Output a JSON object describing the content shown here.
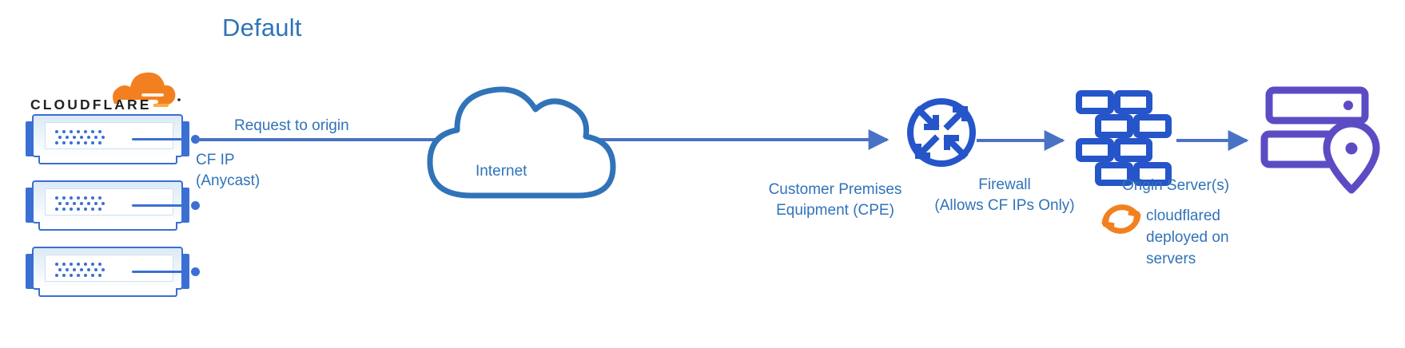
{
  "diagram": {
    "title": "Default",
    "title_color": "#3073b8",
    "accent_blue": "#3073b8",
    "node_blue": "#2555c9",
    "origin_purple": "#5b4cc4",
    "cloudflare_orange": "#f38020",
    "cloudflare_orange_light": "#faad3f",
    "background": "#ffffff"
  },
  "cloudflare": {
    "wordmark": "CLOUDFLARE",
    "logo_name": "cloudflare-cloud-logo",
    "servers_count": 3
  },
  "flow": {
    "request_label": "Request to origin",
    "cf_ip_label": "CF IP\n(Anycast)",
    "internet_label": "Internet"
  },
  "nodes": [
    {
      "id": "cpe",
      "icon": "router-icon",
      "label": "Customer Premises\nEquipment (CPE)",
      "color": "#2555c9"
    },
    {
      "id": "firewall",
      "icon": "firewall-brick-icon",
      "label": "Firewall\n(Allows CF IPs Only)",
      "color": "#2555c9"
    },
    {
      "id": "origin",
      "icon": "origin-server-pin-icon",
      "label": "Origin Server(s)",
      "color": "#5b4cc4"
    }
  ],
  "cloudflared": {
    "icon": "sync-arrows-icon",
    "label": "cloudflared\ndeployed on\nservers",
    "color": "#f38020"
  }
}
